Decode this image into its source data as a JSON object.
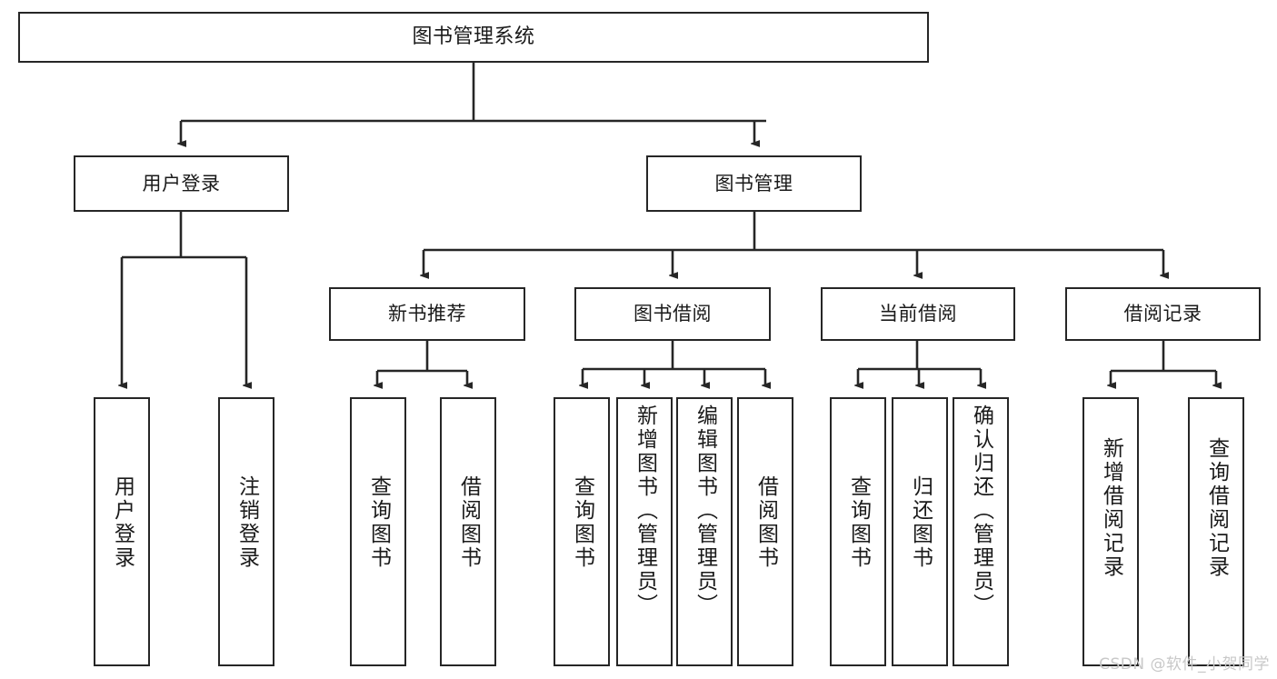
{
  "diagram": {
    "title": "图书管理系统",
    "watermark": "CSDN @软件_小贺同学",
    "colors": {
      "box_border": "#262626",
      "box_fill": "#ffffff",
      "edge": "#262626",
      "text": "#1a1a1a",
      "watermark": "#c8c8c8"
    },
    "levels": {
      "root": "图书管理系统",
      "level2": [
        "用户登录",
        "图书管理"
      ],
      "level3": [
        "新书推荐",
        "图书借阅",
        "当前借阅",
        "借阅记录"
      ]
    },
    "nodes": {
      "root": "图书管理系统",
      "user_login": "用户登录",
      "book_manage": "图书管理",
      "new_book_rec": "新书推荐",
      "book_borrow": "图书借阅",
      "current_borrow": "当前借阅",
      "borrow_record": "借阅记录",
      "leaf_user_login": "用户登录",
      "leaf_logout": "注销登录",
      "leaf_query_book_1": "查询图书",
      "leaf_borrow_book_1": "借阅图书",
      "leaf_query_book_2": "查询图书",
      "leaf_add_book_admin": "新增图书（管理员）",
      "leaf_edit_book_admin": "编辑图书（管理员）",
      "leaf_borrow_book_2": "借阅图书",
      "leaf_query_book_3": "查询图书",
      "leaf_return_book": "归还图书",
      "leaf_confirm_return_admin": "确认归还（管理员）",
      "leaf_add_record": "新增借阅记录",
      "leaf_query_record": "查询借阅记录"
    }
  }
}
